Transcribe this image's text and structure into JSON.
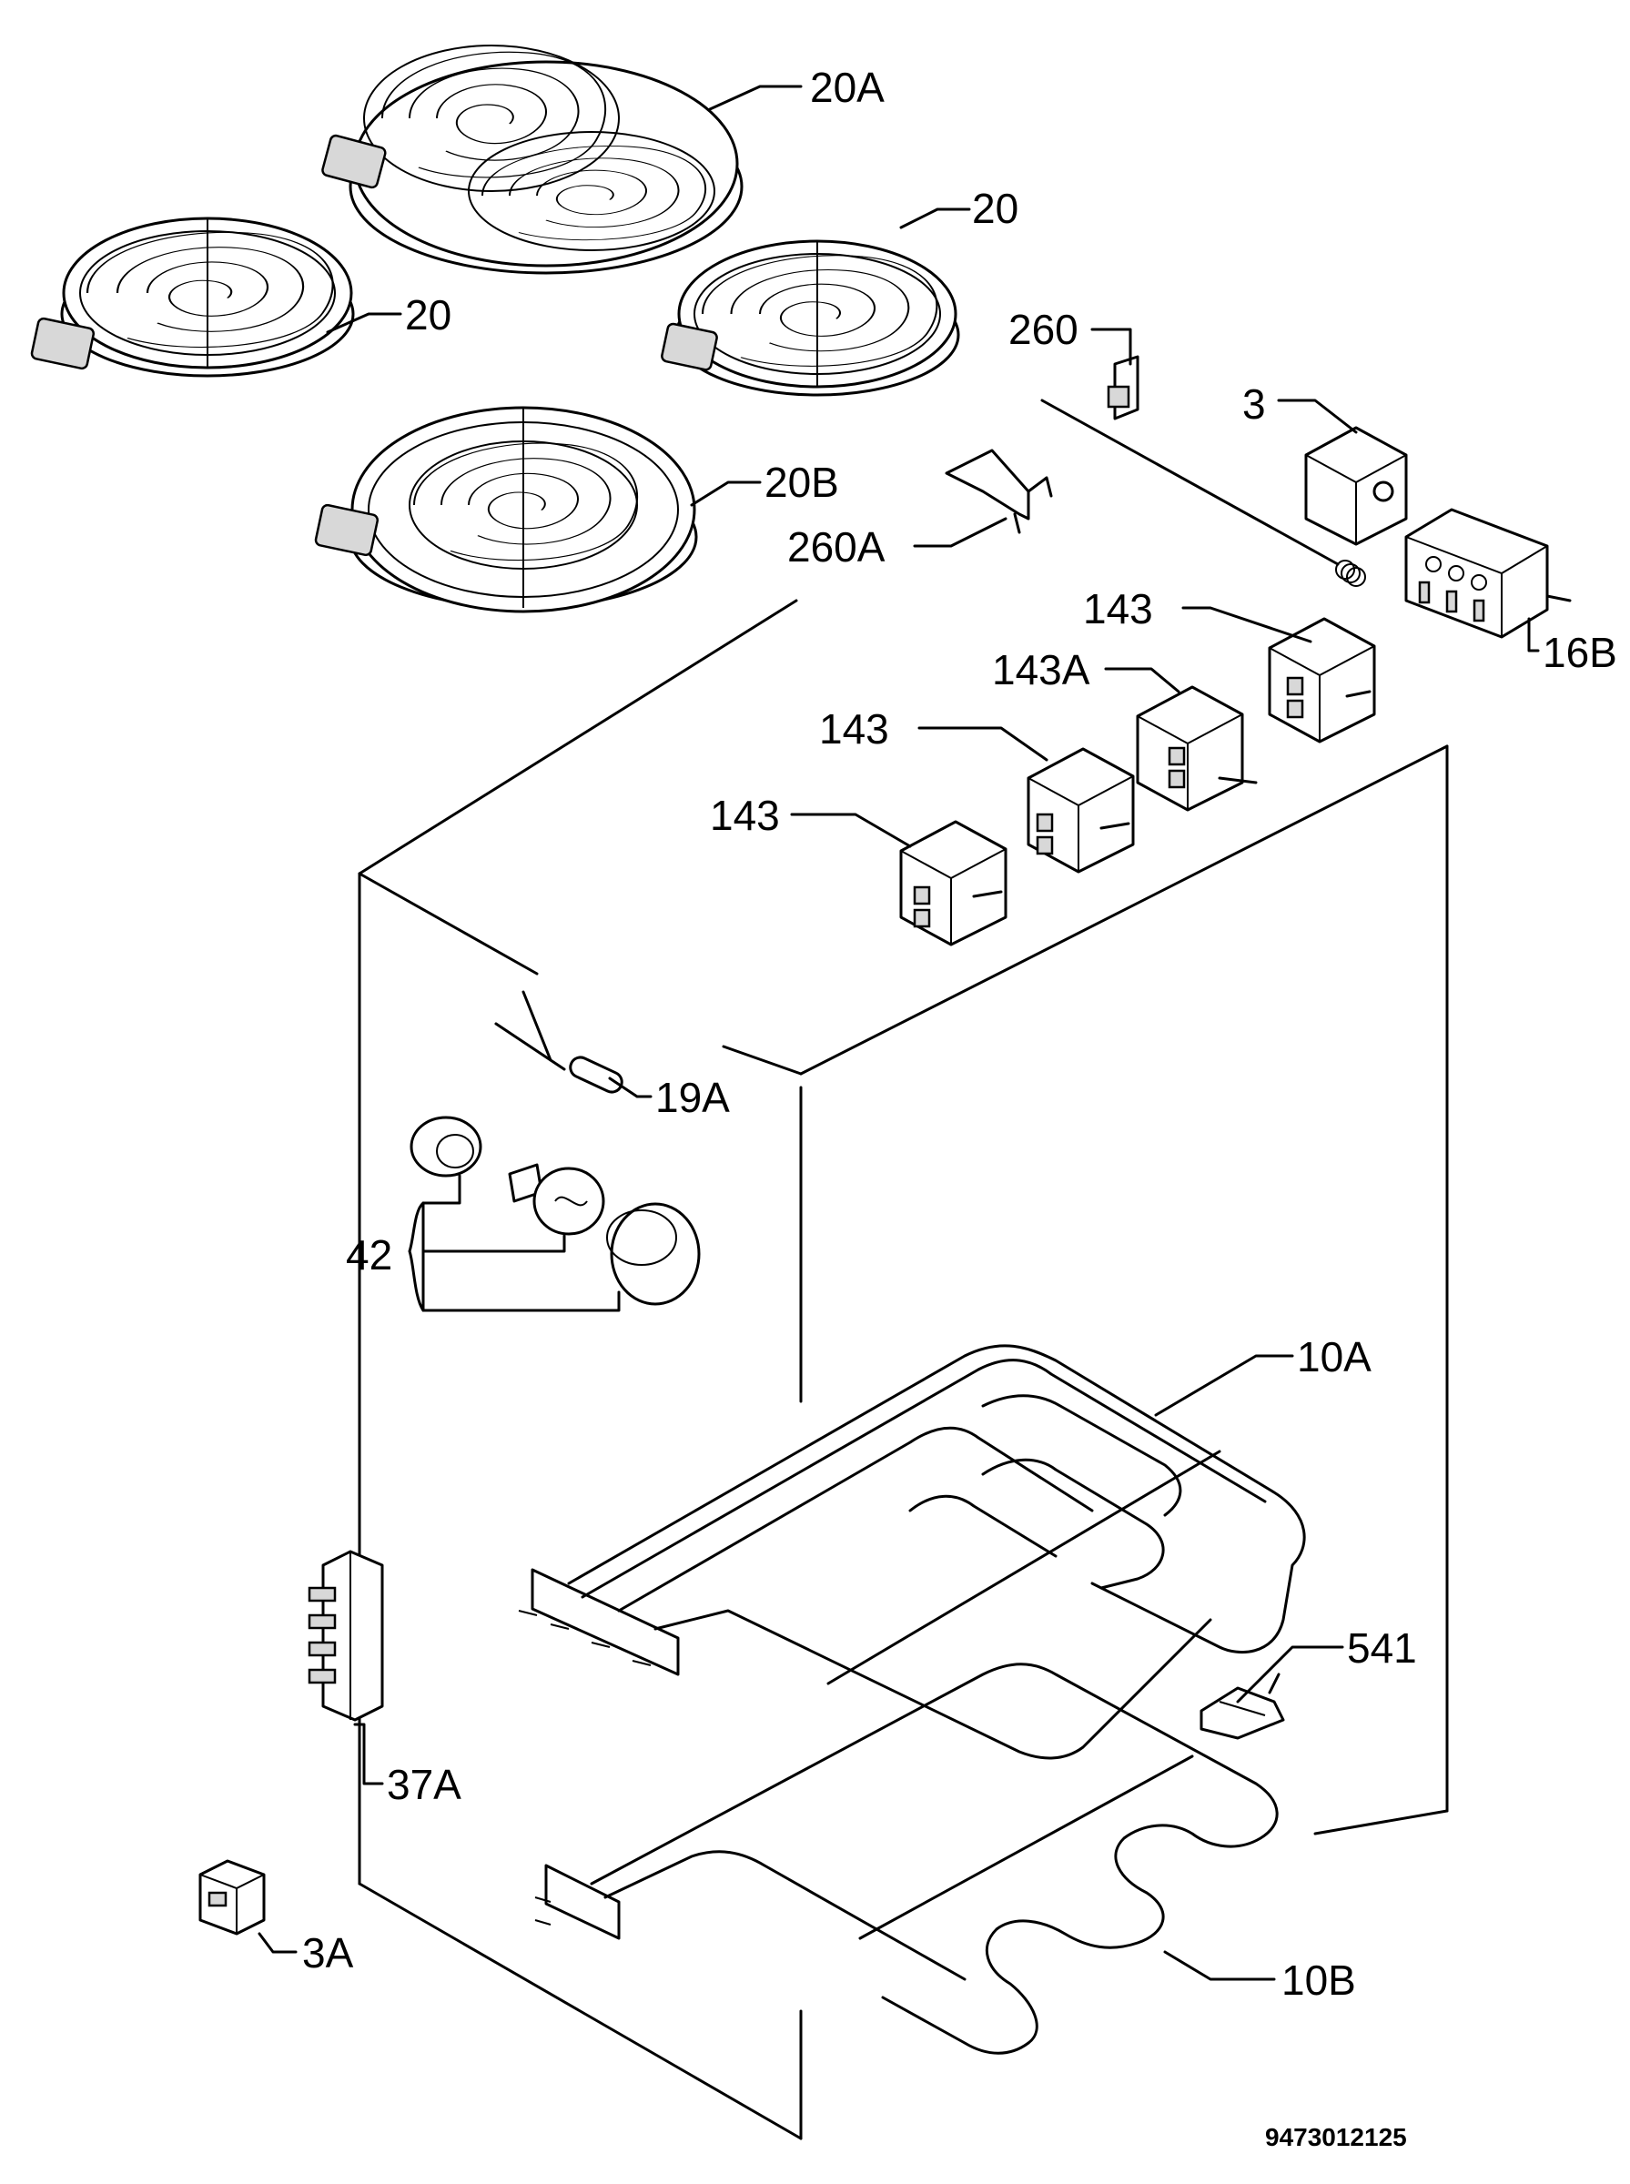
{
  "labels": {
    "l20a": "20A",
    "l20_top": "20",
    "l20_left": "20",
    "l20b": "20B",
    "l260": "260",
    "l260a": "260A",
    "l3": "3",
    "l16b": "16B",
    "l143_a": "143",
    "l143a": "143A",
    "l143_b": "143",
    "l143_c": "143",
    "l19a": "19A",
    "l42": "42",
    "l10a": "10A",
    "l541": "541",
    "l37a": "37A",
    "l3a": "3A",
    "l10b": "10B"
  },
  "diagram_code": "9473012125"
}
